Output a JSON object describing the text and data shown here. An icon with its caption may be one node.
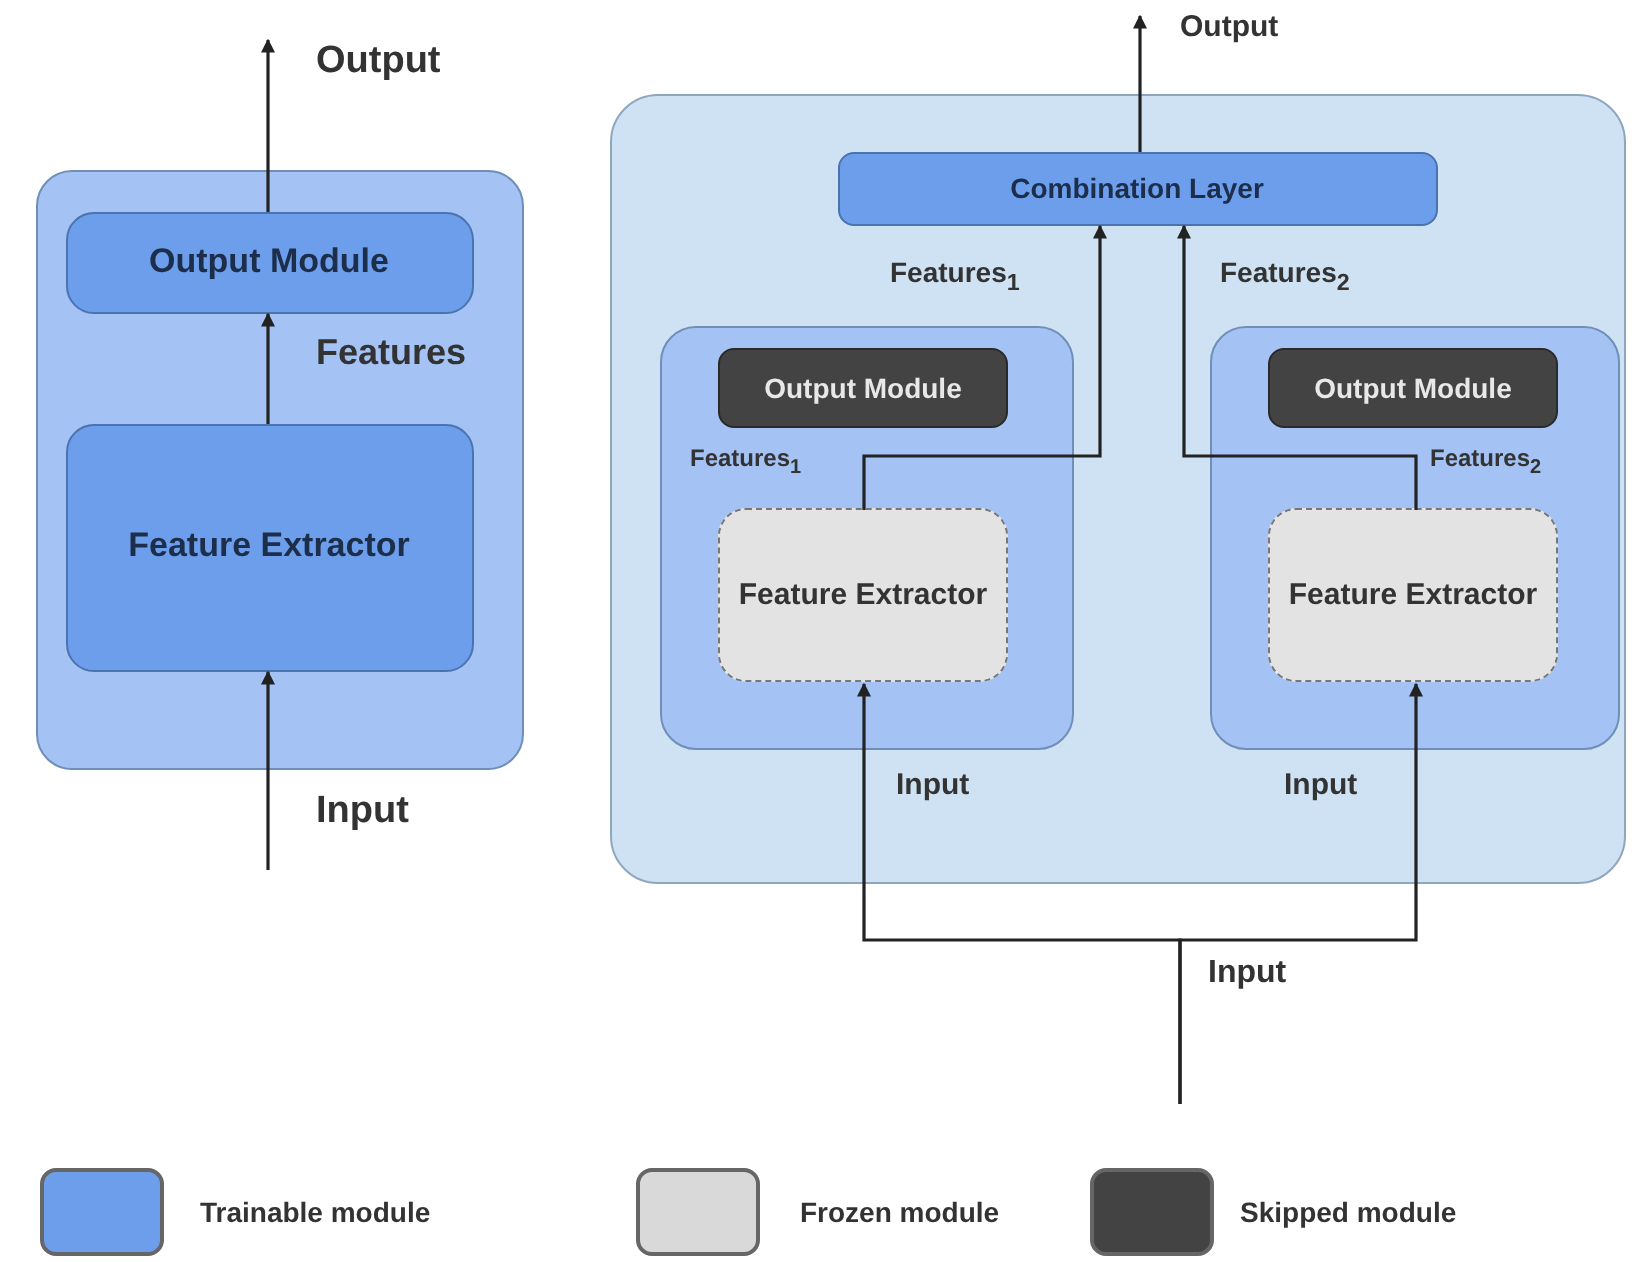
{
  "diagram": {
    "nodes": [
      {
        "text": [],
        "shape": "box"
      },
      {
        "text": [
          "Output Module"
        ],
        "in": 0
      },
      {
        "text": [
          "Feature Extractor"
        ],
        "in": 0
      },
      {
        "text": [],
        "shape": "box"
      },
      {
        "text": [
          "Combination Layer"
        ],
        "in": 3
      },
      {
        "text": [],
        "shape": "box",
        "in": 3
      },
      {
        "text": [
          "Output Module"
        ],
        "in": 5
      },
      {
        "text": [
          "Feature Extractor"
        ],
        "in": 5
      },
      {
        "text": [],
        "shape": "box",
        "in": 3
      },
      {
        "text": [
          "Output Module"
        ],
        "in": 8
      },
      {
        "text": [
          "Feature Extractor"
        ],
        "in": 8
      }
    ],
    "edges": [
      {
        "from": 1,
        "to": null,
        "arrow": "to",
        "label": "Output"
      },
      {
        "from": 2,
        "to": 1,
        "arrow": "to",
        "label": "Features"
      },
      {
        "from": null,
        "to": 2,
        "arrow": "to",
        "label": "Input"
      },
      {
        "from": 4,
        "to": null,
        "arrow": "to",
        "label": "Output"
      },
      {
        "from": 7,
        "to": 4,
        "arrow": "to",
        "label": "Features$_{1}$"
      },
      {
        "from": 10,
        "to": 4,
        "arrow": "to",
        "label": "Features$_{2}$"
      },
      {
        "from": null,
        "to": 7,
        "arrow": "to",
        "label": "Input"
      },
      {
        "from": null,
        "to": 10,
        "arrow": "to",
        "label": "Input"
      }
    ],
    "labels": [
      "Features$_{1}$",
      "Features$_{2}$",
      "Input"
    ],
    "legend": [
      {
        "text": "Trainable module",
        "color": "#6d9eeb"
      },
      {
        "text": "Frozen module",
        "color": "#d9d9d9"
      },
      {
        "text": "Skipped module",
        "color": "#434343"
      }
    ]
  }
}
